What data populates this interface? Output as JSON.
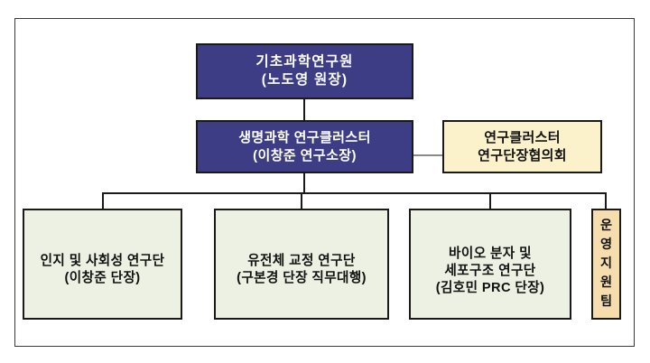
{
  "chart": {
    "type": "org-chart",
    "title_present": false,
    "frame": {
      "border_color": "#3a3a3a"
    },
    "colors": {
      "navy": "#3d3d85",
      "navy_text": "#ffffff",
      "light_green": "#ecf1e3",
      "cream": "#fbf2cb",
      "tan": "#f5ddae",
      "box_border": "#1a1a1a",
      "connector": "#1a1a1a",
      "connector_gray": "#8a8a8a",
      "body_text": "#111111"
    }
  },
  "nodes": {
    "institute": {
      "id": "institute",
      "style": "navy",
      "level": 1,
      "lines": [
        "기초과학연구원",
        "(노도영 원장)"
      ],
      "name": "기초과학연구원",
      "leader": "(노도영 원장)"
    },
    "cluster": {
      "id": "cluster",
      "style": "navy",
      "level": 2,
      "lines": [
        "생명과학 연구클러스터",
        "(이창준 연구소장)"
      ],
      "name": "생명과학 연구클러스터",
      "leader": "(이창준 연구소장)"
    },
    "council": {
      "id": "council",
      "style": "cream",
      "level": 2,
      "lines": [
        "연구클러스터",
        "연구단장협의회"
      ],
      "name": "연구클러스터 연구단장협의회",
      "relation": "advisory"
    },
    "center_1": {
      "id": "center_1",
      "style": "green",
      "level": 3,
      "lines": [
        "인지 및 사회성 연구단",
        "(이창준 단장)"
      ],
      "name": "인지 및 사회성 연구단",
      "leader": "(이창준 단장)"
    },
    "center_2": {
      "id": "center_2",
      "style": "green",
      "level": 3,
      "lines": [
        "유전체 교정 연구단",
        "(구본경 단장 직무대행)"
      ],
      "name": "유전체 교정 연구단",
      "leader": "(구본경 단장 직무대행)"
    },
    "center_3": {
      "id": "center_3",
      "style": "green",
      "level": 3,
      "lines": [
        "바이오 분자 및",
        "세포구조 연구단",
        "(김호민 PRC 단장)"
      ],
      "name": "바이오 분자 및 세포구조 연구단",
      "leader": "(김호민 PRC 단장)"
    },
    "support_team": {
      "id": "support_team",
      "style": "tan",
      "level": 3,
      "orientation": "vertical",
      "lines": [
        "운",
        "영",
        "지",
        "원",
        "팀"
      ],
      "name": "운영지원팀"
    }
  },
  "edges": [
    {
      "from": "institute",
      "to": "cluster",
      "kind": "solid"
    },
    {
      "from": "cluster",
      "to": "council",
      "kind": "gray-horizontal"
    },
    {
      "from": "cluster",
      "to": "center_1",
      "kind": "bus"
    },
    {
      "from": "cluster",
      "to": "center_2",
      "kind": "bus"
    },
    {
      "from": "cluster",
      "to": "center_3",
      "kind": "bus"
    },
    {
      "from": "cluster",
      "to": "support_team",
      "kind": "bus"
    }
  ]
}
